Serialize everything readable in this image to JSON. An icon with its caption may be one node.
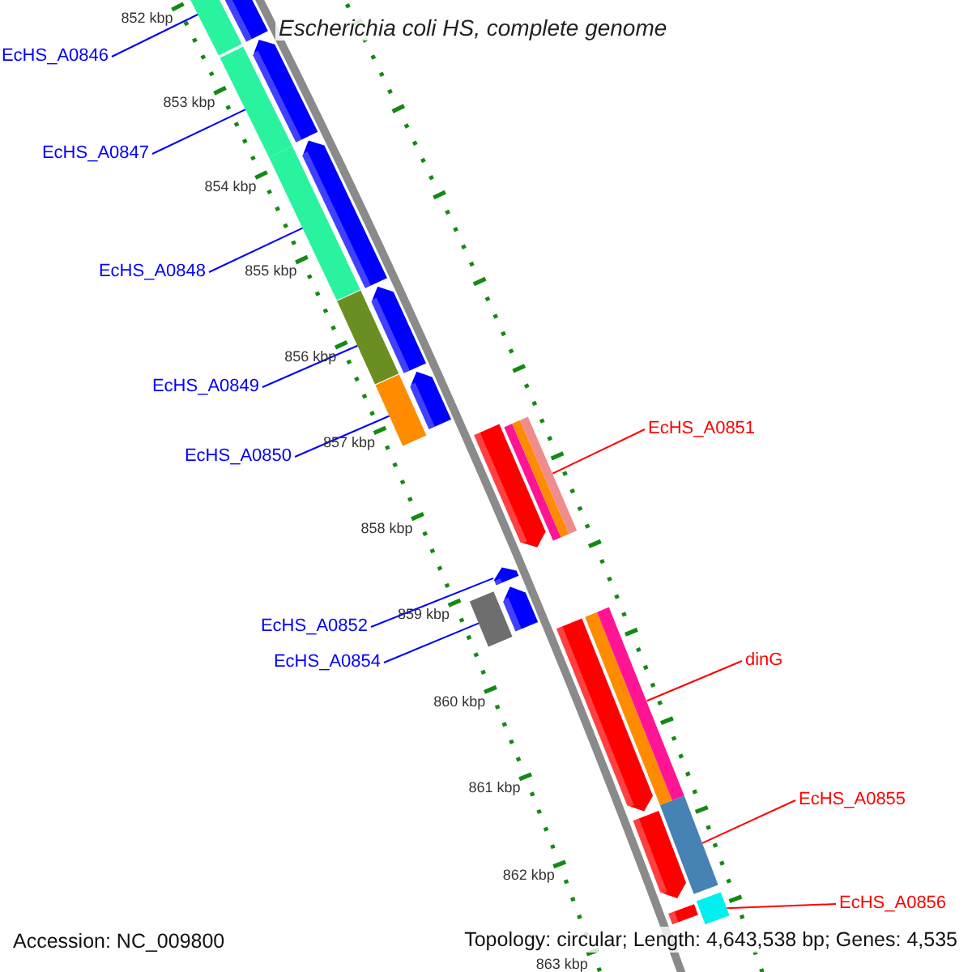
{
  "diagram": {
    "title": "Escherichia coli HS, complete genome",
    "nodes": [
      {
        "text": [
          "EcHS_A0846"
        ]
      },
      {
        "text": [
          "EcHS_A0847"
        ]
      },
      {
        "text": [
          "EcHS_A0848"
        ]
      },
      {
        "text": [
          "EcHS_A0849"
        ]
      },
      {
        "text": [
          "EcHS_A0850"
        ]
      },
      {
        "text": [
          "EcHS_A0852"
        ]
      },
      {
        "text": [
          "EcHS_A0854"
        ]
      },
      {
        "text": [
          "EcHS_A0851"
        ]
      },
      {
        "text": [
          "dinG"
        ]
      },
      {
        "text": [
          "EcHS_A0855"
        ]
      },
      {
        "text": [
          "EcHS_A0856"
        ]
      },
      {
        "text": [],
        "shape": "bar"
      },
      {
        "text": [],
        "shape": "bar"
      },
      {
        "text": [],
        "shape": "bar"
      },
      {
        "text": [],
        "shape": "bar"
      },
      {
        "text": [],
        "shape": "bar"
      },
      {
        "text": [],
        "shape": "bar"
      },
      {
        "text": [],
        "shape": "bar"
      },
      {
        "text": [],
        "shape": "bar"
      },
      {
        "text": [],
        "shape": "bar"
      },
      {
        "text": [],
        "shape": "bar"
      },
      {
        "text": [],
        "shape": "bar"
      }
    ],
    "edges": [
      {
        "from": 0,
        "to": 11,
        "arrow": "none"
      },
      {
        "from": 1,
        "to": 12,
        "arrow": "none"
      },
      {
        "from": 2,
        "to": 13,
        "arrow": "none"
      },
      {
        "from": 3,
        "to": 14,
        "arrow": "none"
      },
      {
        "from": 4,
        "to": 15,
        "arrow": "none"
      },
      {
        "from": 5,
        "to": 16,
        "arrow": "none"
      },
      {
        "from": 6,
        "to": 17,
        "arrow": "none"
      },
      {
        "from": 7,
        "to": 18,
        "arrow": "none",
        "color": "#ff0000"
      },
      {
        "from": 8,
        "to": 19,
        "arrow": "none",
        "color": "#ff0000"
      },
      {
        "from": 9,
        "to": 20,
        "arrow": "none",
        "color": "#ff0000"
      },
      {
        "from": 10,
        "to": 21,
        "arrow": "none",
        "color": "#ff0000"
      }
    ],
    "labels": [
      "852 kbp",
      "853 kbp",
      "854 kbp",
      "855 kbp",
      "856 kbp",
      "857 kbp",
      "858 kbp",
      "859 kbp",
      "860 kbp",
      "861 kbp",
      "862 kbp",
      "863 kbp",
      "Accession: NC_009800",
      "Topology: circular; Length: 4,643,538 bp; Genes: 4,535"
    ]
  }
}
